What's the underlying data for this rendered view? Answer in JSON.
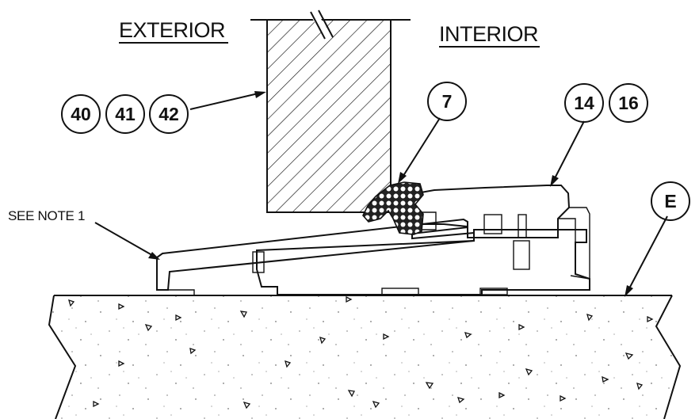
{
  "labels": {
    "exterior": "EXTERIOR",
    "interior": "INTERIOR",
    "note": "SEE NOTE 1"
  },
  "callouts": {
    "door": [
      "40",
      "41",
      "42"
    ],
    "seal": "7",
    "threshold": [
      "14",
      "16"
    ],
    "floor": "E"
  }
}
